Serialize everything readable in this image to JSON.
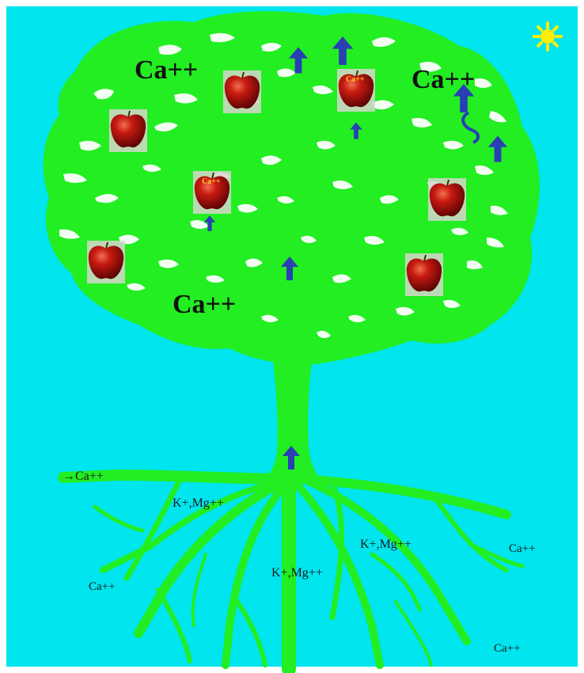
{
  "diagram": {
    "labels": {
      "canopy_ca_top_left": "Ca++",
      "canopy_ca_top_right": "Ca++",
      "canopy_ca_middle": "Ca++",
      "root_arrow_ca": "→Ca++",
      "root_kmg_left": "K+,Mg++",
      "root_kmg_center": "K+,Mg++",
      "root_kmg_right": "K+,Mg++",
      "soil_ca_left": "Ca++",
      "soil_ca_right": "Ca++",
      "soil_ca_bottom_right": "Ca++",
      "apple_ca_1": "Ca++",
      "apple_ca_2": "Ca++"
    },
    "icons": {
      "sun": "sun-icon",
      "arrow": "up-arrow-icon",
      "apple": "apple-icon"
    },
    "colors": {
      "sky": "#00e5ee",
      "tree": "#22ee22",
      "gap": "#ffffff",
      "arrow": "#2a3fb4",
      "apple": "#c0180c",
      "sun": "#ffee00",
      "frame": "#ffffff"
    }
  }
}
